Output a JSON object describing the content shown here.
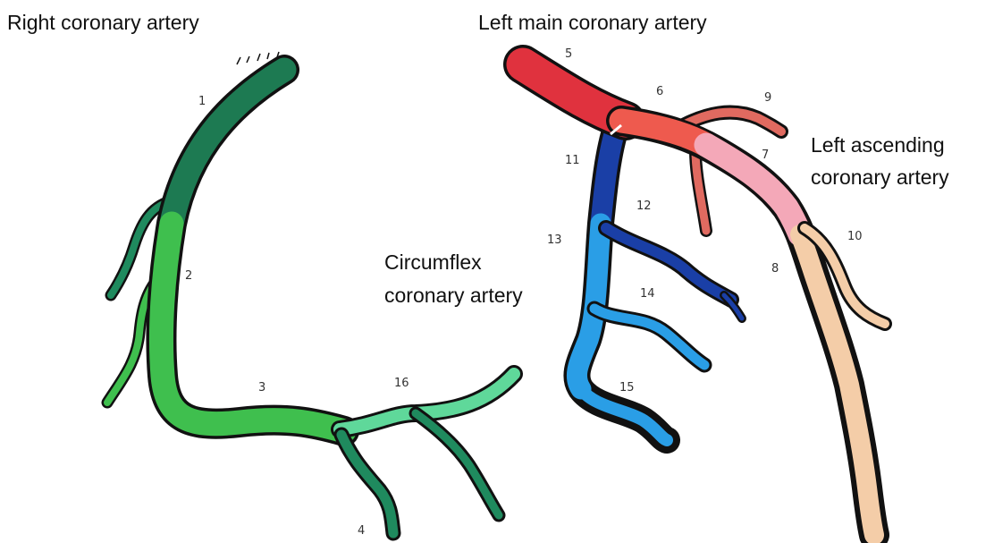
{
  "labels": {
    "right_coronary": "Right coronary artery",
    "left_main": "Left main coronary artery",
    "left_ascending_1": "Left ascending",
    "left_ascending_2": "coronary artery",
    "circumflex_1": "Circumflex",
    "circumflex_2": "coronary artery"
  },
  "segments": {
    "s1": "1",
    "s2": "2",
    "s3": "3",
    "s4": "4",
    "s5": "5",
    "s6": "6",
    "s7": "7",
    "s8": "8",
    "s9": "9",
    "s10": "10",
    "s11": "11",
    "s12": "12",
    "s13": "13",
    "s14": "14",
    "s15": "15",
    "s16": "16"
  },
  "colors": {
    "rca_proximal": "#1d7a52",
    "rca_mid": "#3fbf4e",
    "rca_distal": "#5fd89a",
    "rca_branch": "#1f8a5e",
    "left_main": "#e0323e",
    "lad_proximal": "#ee5a4e",
    "lad_mid": "#f4a8b8",
    "lad_distal": "#f4cda8",
    "diagonal": "#e06a60",
    "circumflex_proximal": "#1a3fa6",
    "circumflex_distal": "#2a9ee6",
    "circumflex_branch": "#2060c0"
  }
}
